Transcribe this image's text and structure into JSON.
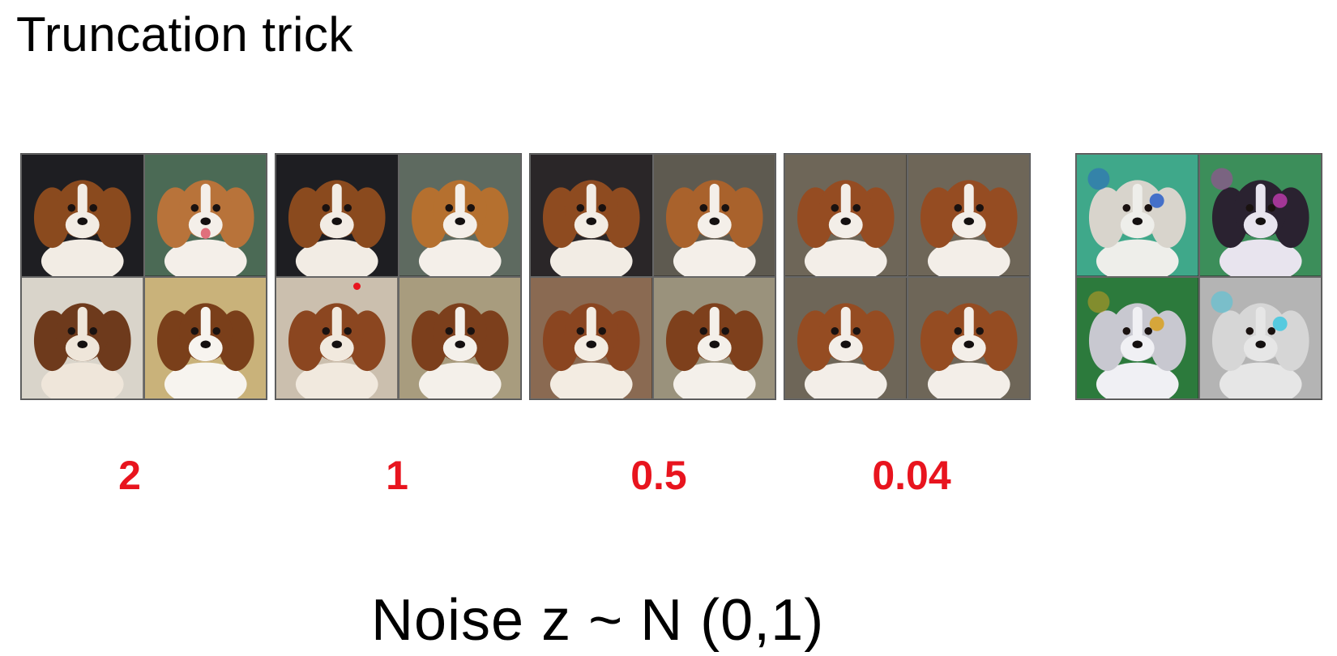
{
  "title": "Truncation trick",
  "formula": "Noise z ~ N (0,1)",
  "accent_color": "#e8141e",
  "truncation_values": [
    "2",
    "1",
    "0.5",
    "0.04"
  ],
  "panels": [
    {
      "id": "trunc-2",
      "tiles": [
        {
          "bg": "#1e1e22",
          "fur": "#8a4a1e",
          "face": "#f2ece4",
          "tongue": false
        },
        {
          "bg": "#4b6a55",
          "fur": "#b8733a",
          "face": "#f4efe9",
          "tongue": true
        },
        {
          "bg": "#d9d4ca",
          "fur": "#6e3a1c",
          "face": "#efe6da",
          "tongue": false
        },
        {
          "bg": "#c9b27a",
          "fur": "#7a3f1a",
          "face": "#f7f4ef",
          "tongue": false
        }
      ]
    },
    {
      "id": "trunc-1",
      "tiles": [
        {
          "bg": "#1e1e22",
          "fur": "#8a4a1e",
          "face": "#f2ece4",
          "tongue": false
        },
        {
          "bg": "#5e6a60",
          "fur": "#b5702f",
          "face": "#f4efe9",
          "tongue": false
        },
        {
          "bg": "#cbbfae",
          "fur": "#8b4620",
          "face": "#f1e9de",
          "tongue": false
        },
        {
          "bg": "#a89c7e",
          "fur": "#7c3f1c",
          "face": "#f4f0ea",
          "tongue": false
        }
      ]
    },
    {
      "id": "trunc-0-5",
      "tiles": [
        {
          "bg": "#2a2628",
          "fur": "#8e4b20",
          "face": "#f2ece4",
          "tongue": false
        },
        {
          "bg": "#5e5a50",
          "fur": "#a9622c",
          "face": "#f4efe9",
          "tongue": false
        },
        {
          "bg": "#8a6a52",
          "fur": "#8a4520",
          "face": "#f3ece2",
          "tongue": false
        },
        {
          "bg": "#9a927c",
          "fur": "#7e401c",
          "face": "#f4f0ea",
          "tongue": false
        }
      ]
    },
    {
      "id": "trunc-0-04",
      "tiles": [
        {
          "bg": "#6e6658",
          "fur": "#954c22",
          "face": "#f3eee8",
          "tongue": false
        },
        {
          "bg": "#6e6658",
          "fur": "#954c22",
          "face": "#f3eee8",
          "tongue": false
        },
        {
          "bg": "#6e6658",
          "fur": "#954c22",
          "face": "#f3eee8",
          "tongue": false
        },
        {
          "bg": "#6e6658",
          "fur": "#954c22",
          "face": "#f3eee8",
          "tongue": false
        }
      ]
    },
    {
      "id": "out-of-distribution",
      "tiles": [
        {
          "bg": "#3fa88a",
          "fur": "#d8d4cc",
          "face": "#eeeeea",
          "tongue": false,
          "artifact": "#2a5ec8"
        },
        {
          "bg": "#3c8e5a",
          "fur": "#2a2230",
          "face": "#e8e4ee",
          "tongue": false,
          "artifact": "#b83aa8"
        },
        {
          "bg": "#2c7a3c",
          "fur": "#c8c8d0",
          "face": "#f0f0f4",
          "tongue": false,
          "artifact": "#d8a020"
        },
        {
          "bg": "#b4b4b4",
          "fur": "#d6d6d6",
          "face": "#e6e6e6",
          "tongue": false,
          "artifact": "#40c8e0"
        }
      ]
    }
  ]
}
